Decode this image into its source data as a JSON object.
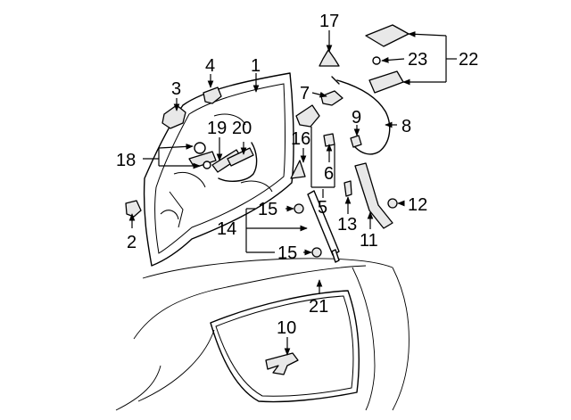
{
  "callouts": [
    {
      "id": "c1",
      "label": "1"
    },
    {
      "id": "c2",
      "label": "2"
    },
    {
      "id": "c3",
      "label": "3"
    },
    {
      "id": "c4",
      "label": "4"
    },
    {
      "id": "c5",
      "label": "5"
    },
    {
      "id": "c6",
      "label": "6"
    },
    {
      "id": "c7",
      "label": "7"
    },
    {
      "id": "c8",
      "label": "8"
    },
    {
      "id": "c9",
      "label": "9"
    },
    {
      "id": "c10",
      "label": "10"
    },
    {
      "id": "c11",
      "label": "11"
    },
    {
      "id": "c12",
      "label": "12"
    },
    {
      "id": "c13",
      "label": "13"
    },
    {
      "id": "c14",
      "label": "14"
    },
    {
      "id": "c15a",
      "label": "15"
    },
    {
      "id": "c15b",
      "label": "15"
    },
    {
      "id": "c16",
      "label": "16"
    },
    {
      "id": "c17",
      "label": "17"
    },
    {
      "id": "c18",
      "label": "18"
    },
    {
      "id": "c19",
      "label": "19"
    },
    {
      "id": "c20",
      "label": "20"
    },
    {
      "id": "c21",
      "label": "21"
    },
    {
      "id": "c22",
      "label": "22"
    },
    {
      "id": "c23",
      "label": "23"
    }
  ]
}
